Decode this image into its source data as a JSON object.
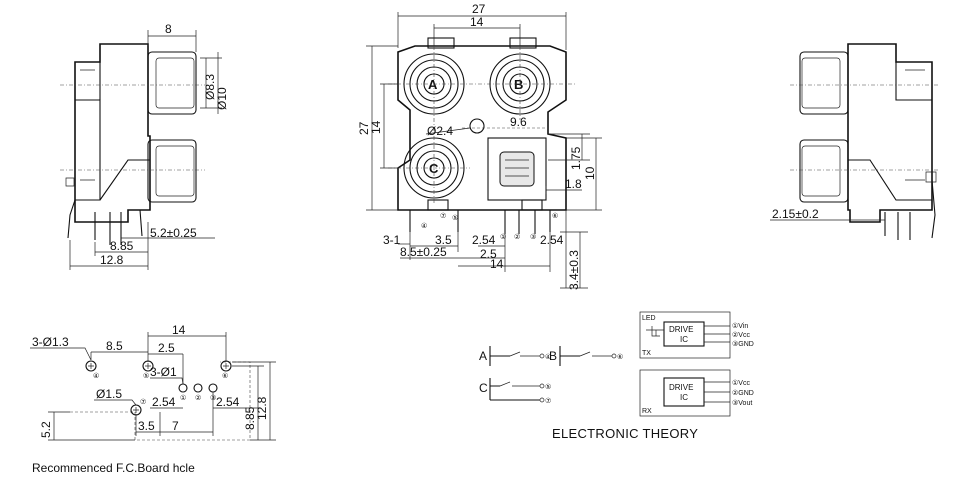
{
  "side_left": {
    "dim_top": "8",
    "dim_d1": "Ø8.3",
    "dim_d2": "Ø10",
    "dim_pin": "5.2±0.25",
    "dim_a": "8.85",
    "dim_b": "12.8"
  },
  "front": {
    "dim_width": "27",
    "dim_inner": "14",
    "dim_height": "27",
    "dim_height_inner": "14",
    "label_a": "A",
    "label_b": "B",
    "label_c": "C",
    "dim_hole": "Ø2.4",
    "dim_96": "9.6",
    "dim_175": "1.75",
    "dim_10": "10",
    "dim_18": "1.8",
    "dim_31": "3-1",
    "dim_35": "3.5",
    "dim_254a": "2.54",
    "dim_254b": "2.54",
    "dim_85": "8.5±0.25",
    "dim_25": "2.5",
    "dim_14b": "14",
    "dim_34": "3.4±0.3",
    "pin_1": "①",
    "pin_2": "②",
    "pin_3": "③",
    "pin_4": "④",
    "pin_5": "⑤",
    "pin_6": "⑥",
    "pin_7": "⑦"
  },
  "side_right": {
    "dim_pin": "2.15±0.2"
  },
  "pcb": {
    "dim_holes_a": "3-Ø1.3",
    "dim_14": "14",
    "dim_85": "8.5",
    "dim_25": "2.5",
    "dim_holes_b": "3-Ø1",
    "dim_15": "Ø1.5",
    "dim_254a": "2.54",
    "dim_254b": "2.54",
    "dim_52": "5.2",
    "dim_35": "3.5",
    "dim_7": "7",
    "dim_885": "8.85",
    "dim_128": "12.8",
    "caption": "Recommenced F.C.Board hcle"
  },
  "theory": {
    "label_a": "A",
    "label_b": "B",
    "label_c": "C",
    "led": "LED",
    "tx": "TX",
    "rx": "RX",
    "drive_tx": "DRIVE",
    "ic_tx": "IC",
    "drive_rx": "DRIVE",
    "ic_rx": "IC",
    "tx_pins": [
      "①Vin",
      "②Vcc",
      "③GND"
    ],
    "rx_pins": [
      "①Vcc",
      "②GND",
      "③Vout"
    ],
    "caption": "ELECTRONIC THEORY"
  }
}
